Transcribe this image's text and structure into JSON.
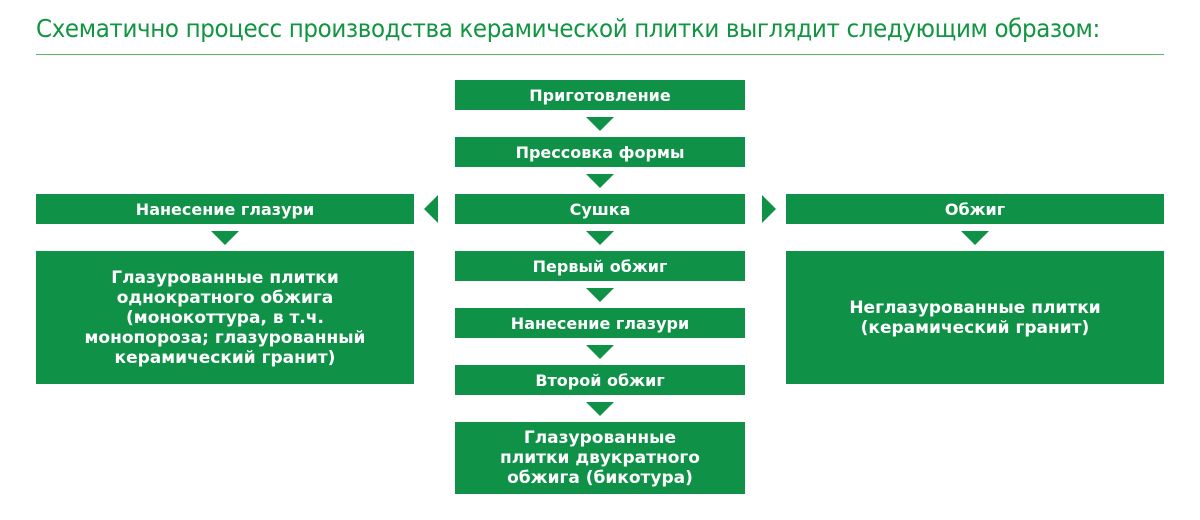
{
  "title": "Схематично процесс производства керамической плитки выглядит следующим образом:",
  "center": [
    "Приготовление",
    "Прессовка формы",
    "Сушка",
    "Первый обжиг",
    "Нанесение глазури",
    "Второй обжиг",
    "Глазурованные\nплитки двукратного\nобжига (бикотура)"
  ],
  "left": {
    "step": "Нанесение глазури",
    "result": "Глазурованные плитки\nоднократного обжига\n(монокоттура, в т.ч.\nмонопороза; глазурованный\nкерамический гранит)"
  },
  "right": {
    "step": "Обжиг",
    "result": "Неглазурованные плитки\n(керамический гранит)"
  },
  "colors": {
    "accent": "#0f9147",
    "title": "#119541"
  }
}
